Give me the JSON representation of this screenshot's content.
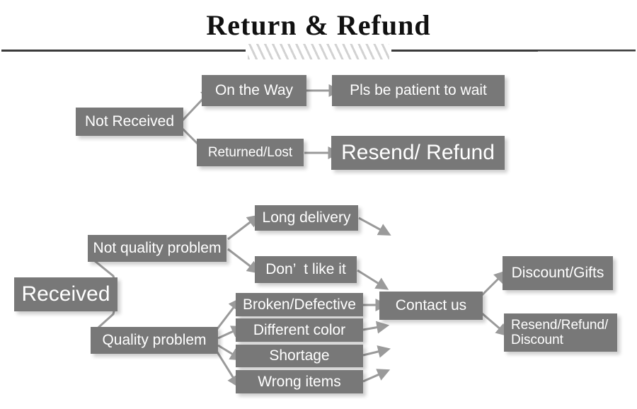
{
  "header": {
    "title": "Return & Refund",
    "divider_icon": "diagonal-hatch-divider"
  },
  "colors": {
    "node_fill": "#787878",
    "node_text": "#ffffff",
    "arrow": "#9a9a9a",
    "rule": "#3b3b3b",
    "hatch": "#d2d2d2",
    "background": "#ffffff"
  },
  "flow": {
    "not_received": {
      "root": "Not Received",
      "branches": [
        {
          "label": "On the Way",
          "result": "Pls be patient to wait"
        },
        {
          "label": "Returned/Lost",
          "result": "Resend/ Refund"
        }
      ]
    },
    "received": {
      "root": "Received",
      "categories": [
        {
          "label": "Not quality problem",
          "reasons": [
            "Long delivery",
            "Don’  t like it"
          ]
        },
        {
          "label": "Quality problem",
          "reasons": [
            "Broken/Defective",
            "Different color",
            "Shortage",
            "Wrong items"
          ]
        }
      ],
      "action": "Contact us",
      "outcomes": [
        "Discount/Gifts",
        "Resend/Refund/\nDiscount"
      ]
    }
  }
}
